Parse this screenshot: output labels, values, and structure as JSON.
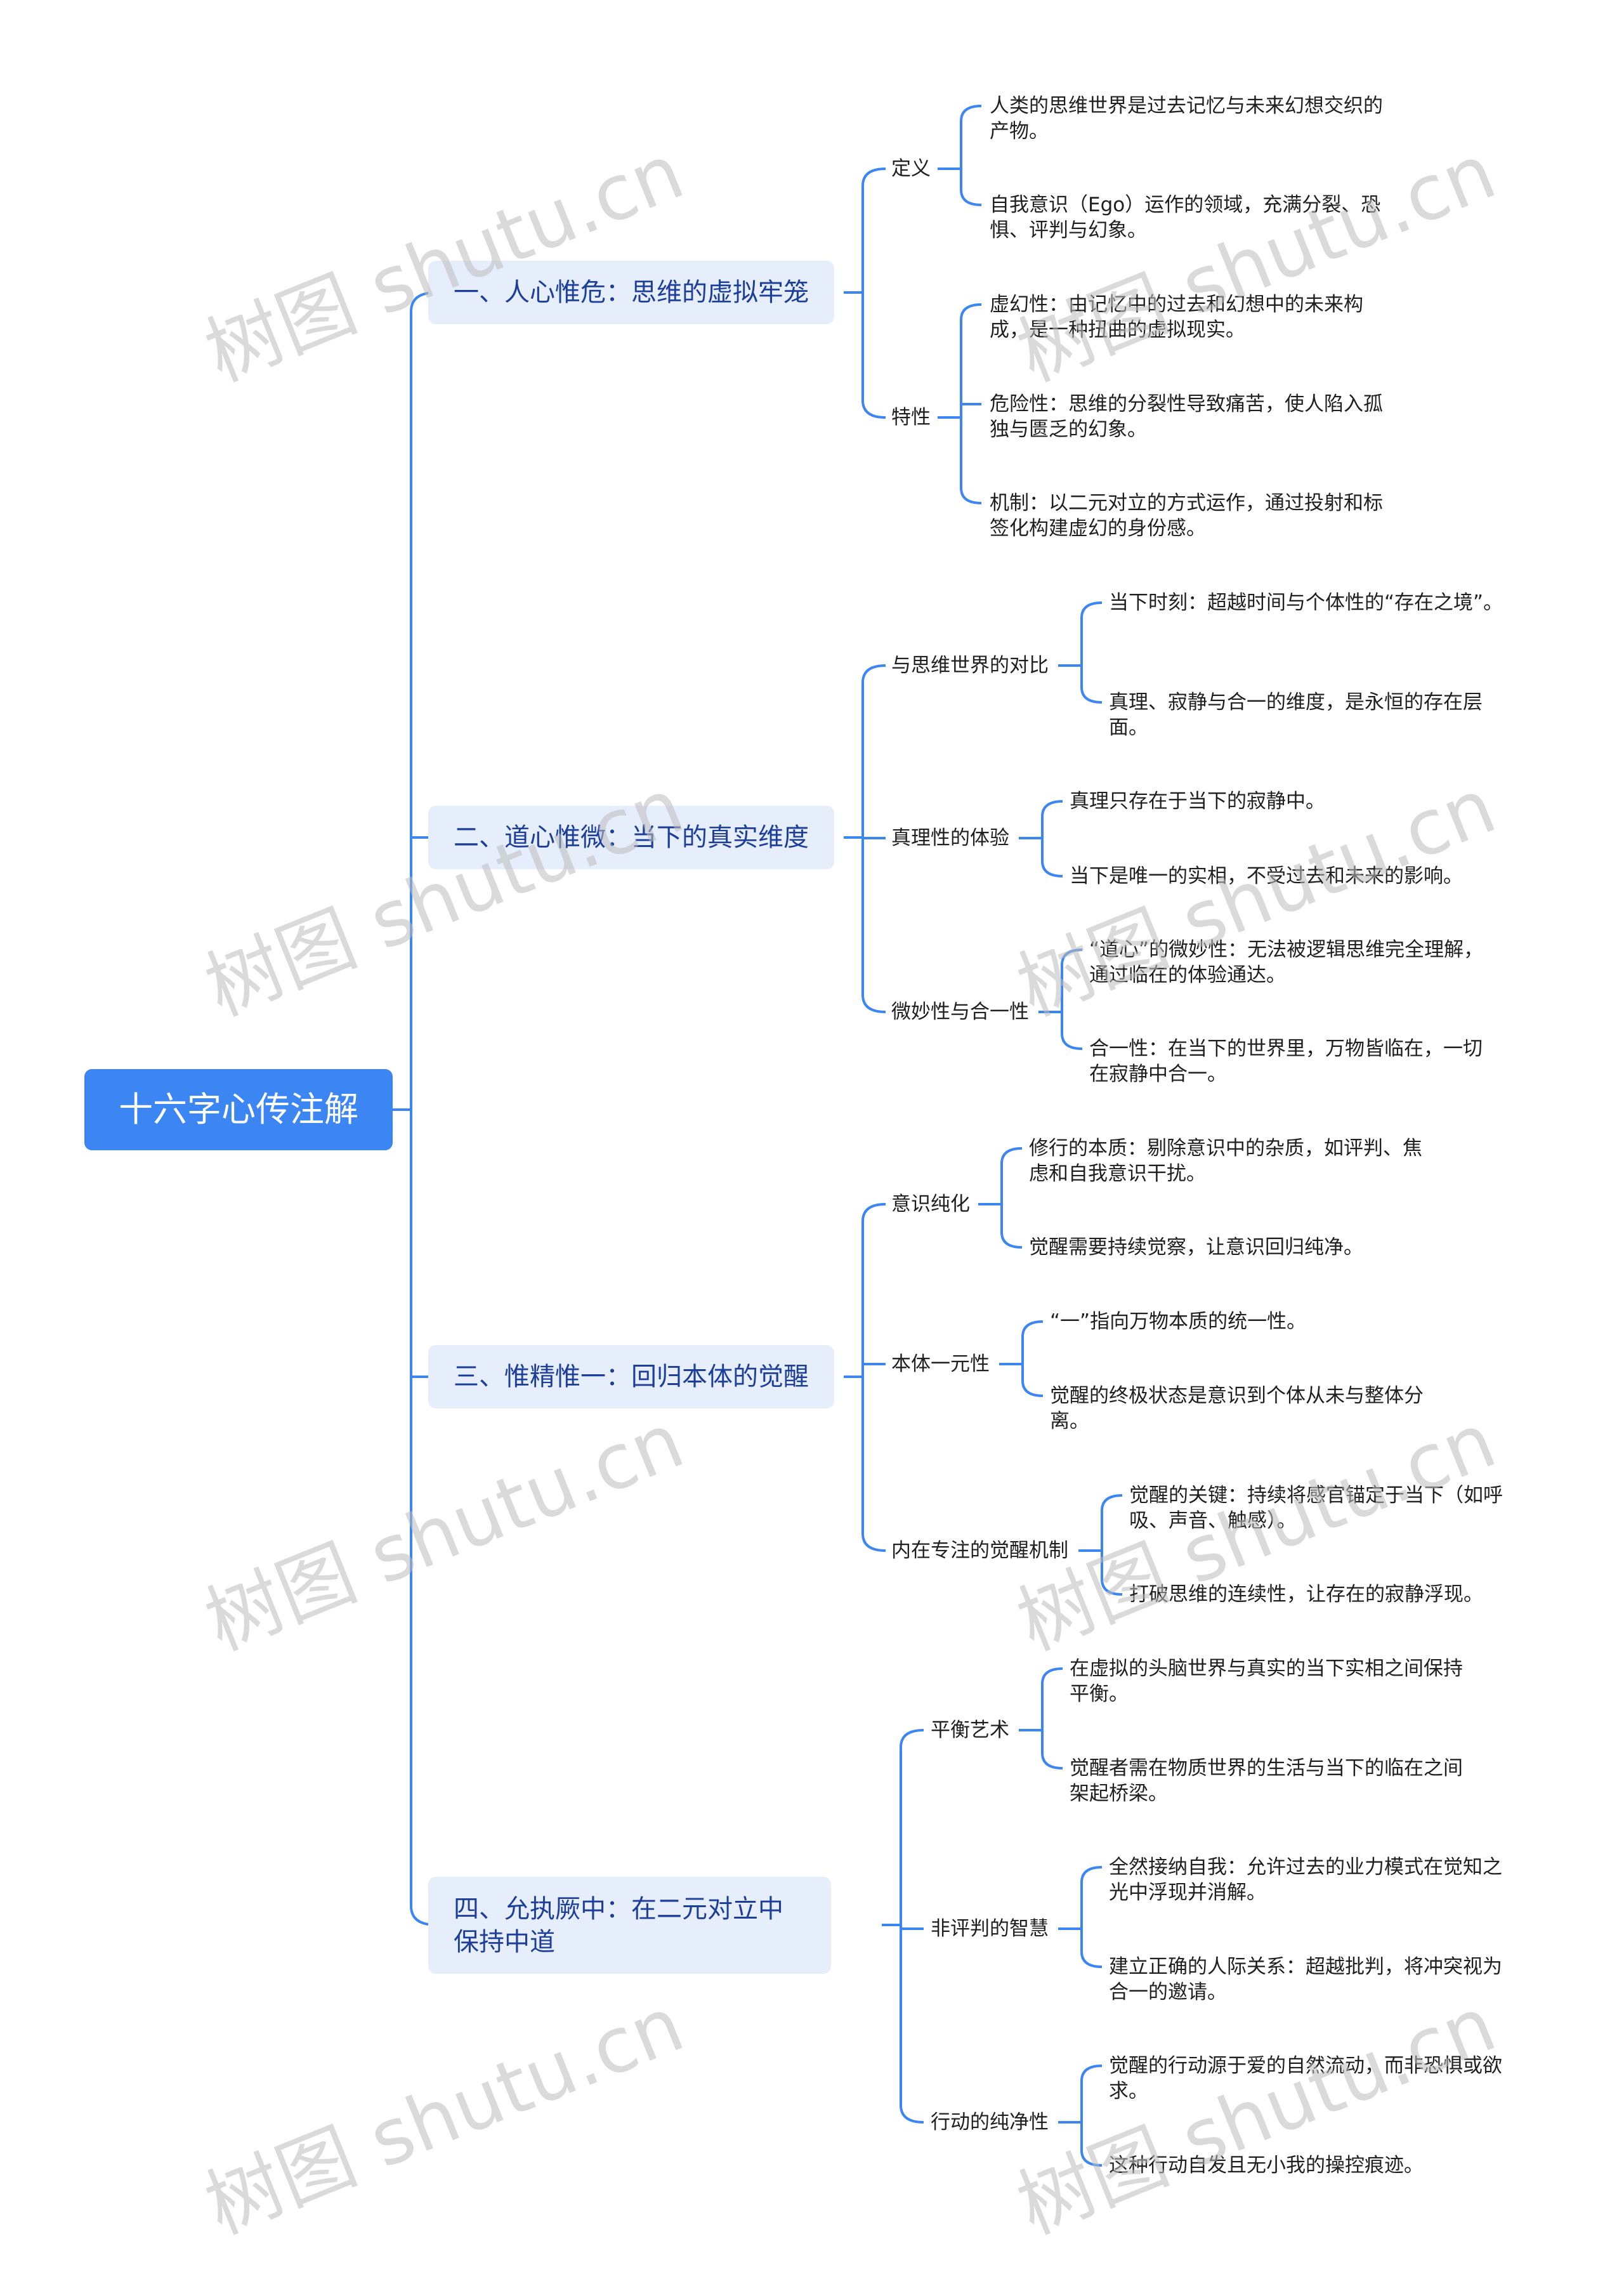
{
  "watermark": "树图 shutu.cn",
  "root": {
    "label": "十六字心传注解"
  },
  "branches": [
    {
      "label": "一、人心惟危：思维的虚拟牢笼",
      "children": [
        {
          "label": "定义",
          "items": [
            "人类的思维世界是过去记忆与未来幻想交织的产物。",
            "自我意识（Ego）运作的领域，充满分裂、恐惧、评判与幻象。"
          ]
        },
        {
          "label": "特性",
          "items": [
            "虚幻性：由记忆中的过去和幻想中的未来构成，是一种扭曲的虚拟现实。",
            "危险性：思维的分裂性导致痛苦，使人陷入孤独与匮乏的幻象。",
            "机制：以二元对立的方式运作，通过投射和标签化构建虚幻的身份感。"
          ]
        }
      ]
    },
    {
      "label": "二、道心惟微：当下的真实维度",
      "children": [
        {
          "label": "与思维世界的对比",
          "items": [
            "当下时刻：超越时间与个体性的“存在之境”。",
            "真理、寂静与合一的维度，是永恒的存在层面。"
          ]
        },
        {
          "label": "真理性的体验",
          "items": [
            "真理只存在于当下的寂静中。",
            "当下是唯一的实相，不受过去和未来的影响。"
          ]
        },
        {
          "label": "微妙性与合一性",
          "items": [
            "“道心”的微妙性：无法被逻辑思维完全理解，通过临在的体验通达。",
            "合一性：在当下的世界里，万物皆临在，一切在寂静中合一。"
          ]
        }
      ]
    },
    {
      "label": "三、惟精惟一：回归本体的觉醒",
      "children": [
        {
          "label": "意识纯化",
          "items": [
            "修行的本质：剔除意识中的杂质，如评判、焦虑和自我意识干扰。",
            "觉醒需要持续觉察，让意识回归纯净。"
          ]
        },
        {
          "label": "本体一元性",
          "items": [
            "“一”指向万物本质的统一性。",
            "觉醒的终极状态是意识到个体从未与整体分离。"
          ]
        },
        {
          "label": "内在专注的觉醒机制",
          "items": [
            "觉醒的关键：持续将感官锚定于当下（如呼吸、声音、触感）。",
            "打破思维的连续性，让存在的寂静浮现。"
          ]
        }
      ]
    },
    {
      "label": "四、允执厥中：在二元对立中保持中道",
      "children": [
        {
          "label": "平衡艺术",
          "items": [
            "在虚拟的头脑世界与真实的当下实相之间保持平衡。",
            "觉醒者需在物质世界的生活与当下的临在之间架起桥梁。"
          ]
        },
        {
          "label": "非评判的智慧",
          "items": [
            "全然接纳自我：允许过去的业力模式在觉知之光中浮现并消解。",
            "建立正确的人际关系：超越批判，将冲突视为合一的邀请。"
          ]
        },
        {
          "label": "行动的纯净性",
          "items": [
            "觉醒的行动源于爱的自然流动，而非恐惧或欲求。",
            "这种行动自发且无小我的操控痕迹。"
          ]
        }
      ]
    }
  ]
}
